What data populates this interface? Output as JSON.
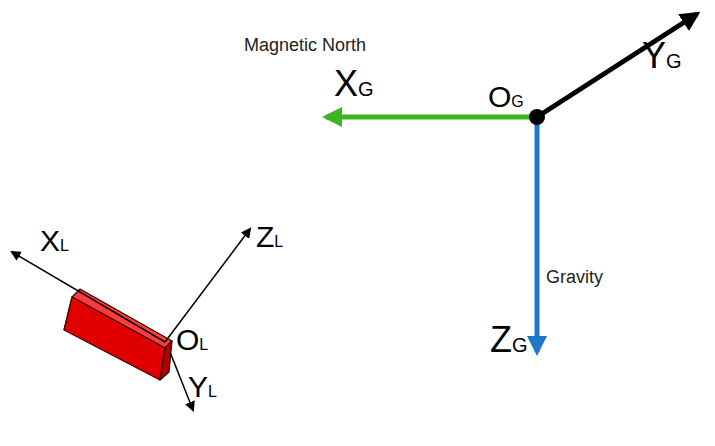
{
  "diagram": {
    "labels": [
      "YG",
      "Magnetic North",
      "XG",
      "OG",
      "XL",
      "ZL",
      "Gravity",
      "OL",
      "ZG",
      "YL"
    ]
  }
}
